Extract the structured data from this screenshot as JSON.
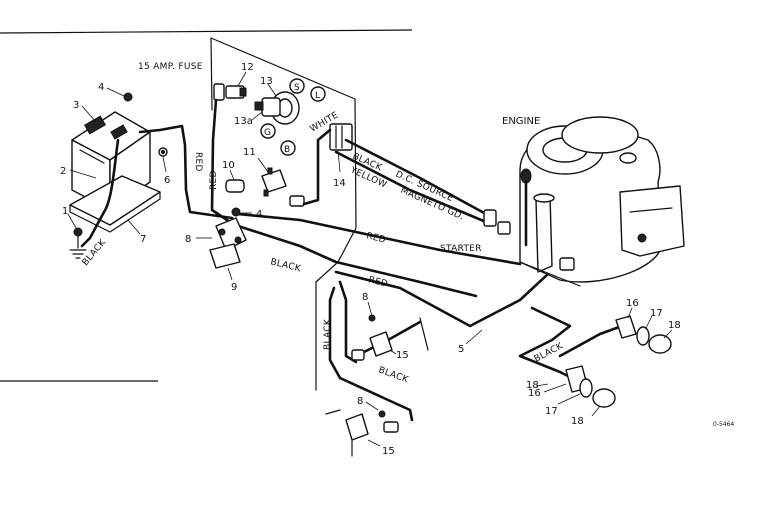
{
  "diagram": {
    "fuse_label": "15 AMP. FUSE",
    "engine_label": "ENGINE",
    "starter_label": "STARTER",
    "dc_source_label": "D.C. SOURCE",
    "magneto_label": "MAGNETO GD.",
    "drawing_number": "0-5464",
    "wire_labels": {
      "red_battery": "RED",
      "red_fuse": "RED",
      "red_solenoid": "RED",
      "red_lower": "RED",
      "black_battery": "BLACK",
      "black_solenoid": "BLACK",
      "black_dc": "BLACK",
      "black_left": "BLACK",
      "black_lower": "BLACK",
      "black_right": "BLACK",
      "yellow": "YELLOW",
      "white": "WHITE"
    },
    "ignition_switch_terminals": {
      "s": "S",
      "l": "L",
      "g": "G",
      "b": "B"
    },
    "part_numbers": {
      "p1": "1",
      "p2": "2",
      "p3": "3",
      "p4a": "4",
      "p4b": "4",
      "p5": "5",
      "p6": "6",
      "p7": "7",
      "p8a": "8",
      "p8b": "8",
      "p8c": "8",
      "p9": "9",
      "p10": "10",
      "p11": "11",
      "p12": "12",
      "p13": "13",
      "p13a": "13a",
      "p14": "14",
      "p15a": "15",
      "p15b": "15",
      "p16": "16",
      "p17a": "17",
      "p17b": "17",
      "p18a": "18",
      "p18b": "18",
      "p18c": "18"
    }
  }
}
